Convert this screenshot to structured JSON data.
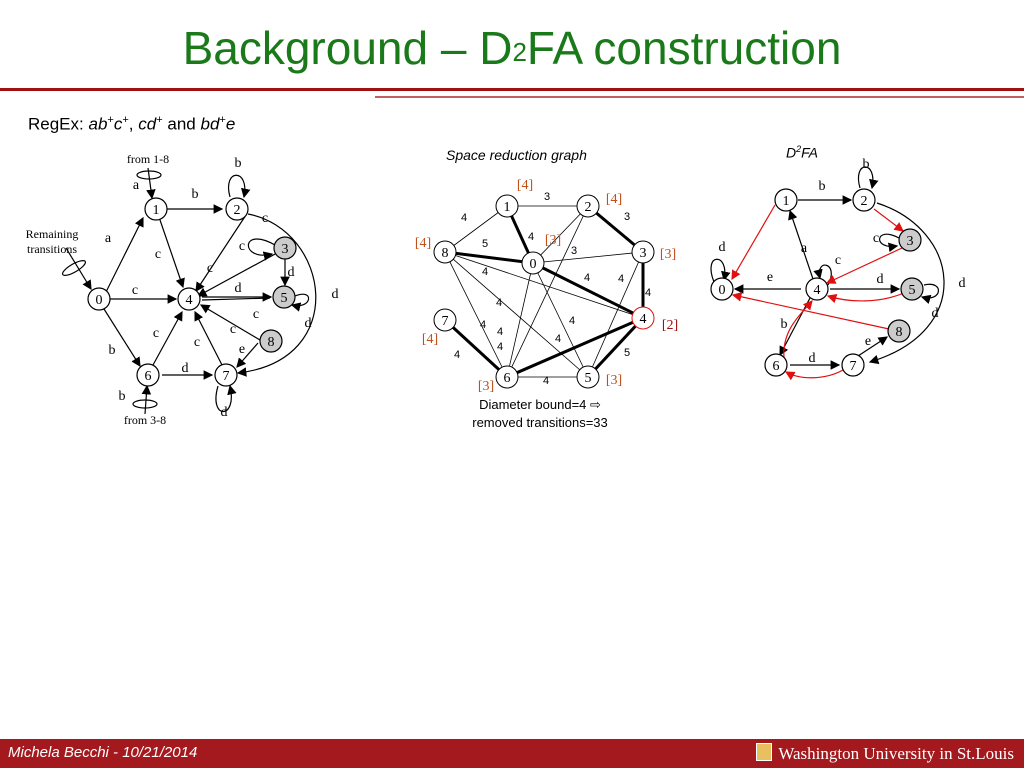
{
  "title": {
    "prefix": "Background – D",
    "sup": "2",
    "suffix": "FA construction"
  },
  "regex": {
    "label": "RegEx:",
    "p1a": "ab",
    "p1b": "c",
    "sep1": ",",
    "p2": "cd",
    "and": "and",
    "p3a": "bd",
    "p3b": "e",
    "plus": "+"
  },
  "captions": {
    "middle": "Space reduction graph",
    "right_prefix": "D",
    "right_sup": "2",
    "right_suffix": "FA"
  },
  "notes": {
    "line1": "Diameter bound=4 ⇨",
    "line2": "removed transitions=33"
  },
  "footer": {
    "author": "Michela Becchi - 10/21/2014",
    "institution": "Washington University in St.Louis"
  },
  "colors": {
    "title": "#1a7a1a",
    "accent_red": "#e01010",
    "footer_bg": "#a3191d",
    "bracket": "#c0501a"
  },
  "left_graph": {
    "nodes": [
      "0",
      "1",
      "2",
      "3",
      "4",
      "5",
      "6",
      "7",
      "8"
    ],
    "labels": {
      "from18": "from 1-8",
      "from38": "from 3-8",
      "remaining1": "Remaining",
      "remaining2": "transitions"
    }
  },
  "middle_graph": {
    "nodes": [
      "0",
      "1",
      "2",
      "3",
      "4",
      "5",
      "6",
      "7",
      "8"
    ],
    "brackets": {
      "n1": "[4]",
      "n2": "[4]",
      "n3": "[3]",
      "n0": "[3]",
      "n4": "[2]",
      "n5": "[3]",
      "n6": "[3]",
      "n7": "[4]",
      "n8": "[4]"
    }
  },
  "right_graph": {
    "nodes": [
      "0",
      "1",
      "2",
      "3",
      "4",
      "5",
      "6",
      "7",
      "8"
    ]
  }
}
